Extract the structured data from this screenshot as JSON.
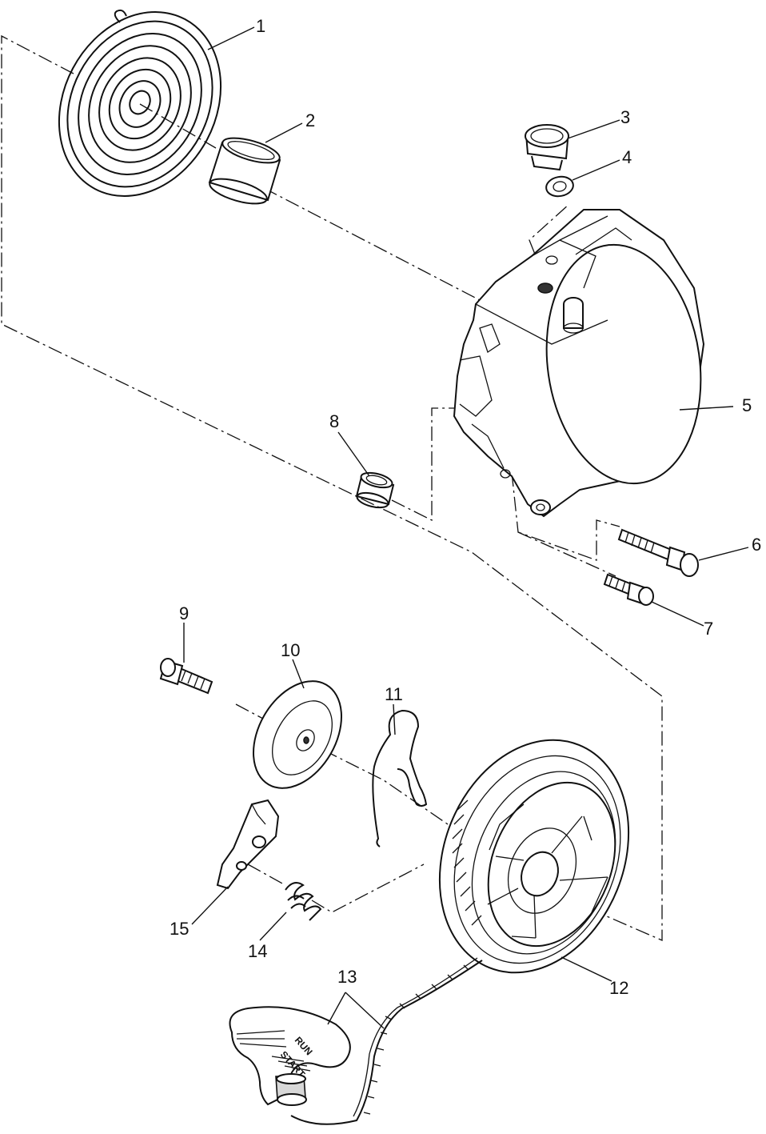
{
  "callouts": [
    "1",
    "2",
    "3",
    "4",
    "5",
    "6",
    "7",
    "8",
    "9",
    "10",
    "11",
    "12",
    "13",
    "14",
    "15"
  ],
  "handle_text": [
    "START",
    "RUN"
  ]
}
